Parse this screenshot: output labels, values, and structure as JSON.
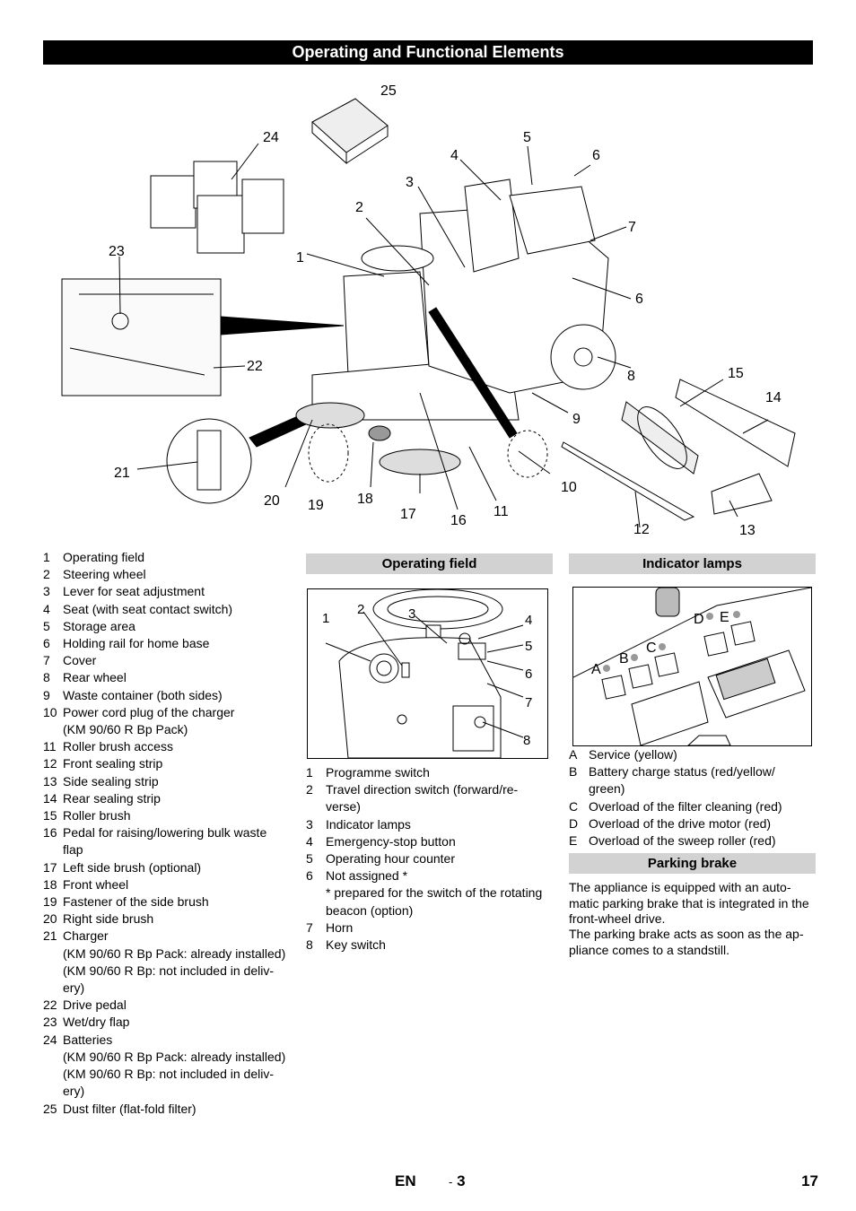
{
  "page": {
    "title": "Operating and Functional Elements",
    "footer": {
      "lang": "EN",
      "dash": "-",
      "section_page": "3",
      "page_number": "17"
    }
  },
  "main_figure": {
    "callouts": [
      "1",
      "2",
      "3",
      "4",
      "5",
      "6",
      "7",
      "6",
      "8",
      "9",
      "10",
      "11",
      "12",
      "13",
      "14",
      "15",
      "16",
      "17",
      "18",
      "19",
      "20",
      "21",
      "22",
      "23",
      "24",
      "25"
    ]
  },
  "parts_list": [
    {
      "num": "1",
      "text": "Operating field"
    },
    {
      "num": "2",
      "text": "Steering wheel"
    },
    {
      "num": "3",
      "text": "Lever for seat adjustment"
    },
    {
      "num": "4",
      "text": "Seat (with seat contact switch)"
    },
    {
      "num": "5",
      "text": "Storage area"
    },
    {
      "num": "6",
      "text": "Holding rail for home base"
    },
    {
      "num": "7",
      "text": "Cover"
    },
    {
      "num": "8",
      "text": "Rear wheel"
    },
    {
      "num": "9",
      "text": "Waste container (both sides)"
    },
    {
      "num": "10",
      "text": "Power cord plug of the charger"
    },
    {
      "num": "",
      "text": "(KM 90/60 R Bp Pack)"
    },
    {
      "num": "11",
      "text": "Roller brush access"
    },
    {
      "num": "12",
      "text": "Front sealing strip"
    },
    {
      "num": "13",
      "text": "Side sealing strip"
    },
    {
      "num": "14",
      "text": "Rear sealing strip"
    },
    {
      "num": "15",
      "text": "Roller brush"
    },
    {
      "num": "16",
      "text": "Pedal for raising/lowering bulk waste"
    },
    {
      "num": "",
      "text": "flap"
    },
    {
      "num": "17",
      "text": "Left side brush (optional)"
    },
    {
      "num": "18",
      "text": "Front wheel"
    },
    {
      "num": "19",
      "text": "Fastener of the side brush"
    },
    {
      "num": "20",
      "text": "Right side brush"
    },
    {
      "num": "21",
      "text": "Charger"
    },
    {
      "num": "",
      "text": "(KM 90/60 R Bp Pack: already installed)"
    },
    {
      "num": "",
      "text": "(KM 90/60 R Bp: not included in deliv-"
    },
    {
      "num": "",
      "text": "ery)"
    },
    {
      "num": "22",
      "text": "Drive pedal"
    },
    {
      "num": "23",
      "text": "Wet/dry flap"
    },
    {
      "num": "24",
      "text": "Batteries"
    },
    {
      "num": "",
      "text": "(KM 90/60 R Bp Pack: already installed)"
    },
    {
      "num": "",
      "text": "(KM 90/60 R Bp: not included in deliv-"
    },
    {
      "num": "",
      "text": "ery)"
    },
    {
      "num": "25",
      "text": "Dust filter (flat-fold filter)"
    }
  ],
  "operating_field": {
    "heading": "Operating field",
    "callouts": [
      "1",
      "2",
      "3",
      "4",
      "5",
      "6",
      "7",
      "8"
    ],
    "items": [
      {
        "num": "1",
        "text": "Programme switch"
      },
      {
        "num": "2",
        "text": "Travel direction switch (forward/re-"
      },
      {
        "num": "",
        "text": "verse)"
      },
      {
        "num": "3",
        "text": "Indicator lamps"
      },
      {
        "num": "4",
        "text": "Emergency-stop button"
      },
      {
        "num": "5",
        "text": "Operating hour counter"
      },
      {
        "num": "6",
        "text": "Not assigned *"
      },
      {
        "num": "",
        "text": "* prepared for the switch of the rotating"
      },
      {
        "num": "",
        "text": "beacon (option)"
      },
      {
        "num": "7",
        "text": "Horn"
      },
      {
        "num": "8",
        "text": "Key switch"
      }
    ]
  },
  "indicator_lamps": {
    "heading": "Indicator lamps",
    "callouts": [
      "A",
      "B",
      "C",
      "D",
      "E"
    ],
    "items": [
      {
        "num": "A",
        "text": "Service (yellow)"
      },
      {
        "num": "B",
        "text": "Battery charge status (red/yellow/"
      },
      {
        "num": "",
        "text": "green)"
      },
      {
        "num": "C",
        "text": "Overload of the filter cleaning (red)"
      },
      {
        "num": "D",
        "text": "Overload of the drive motor (red)"
      },
      {
        "num": "E",
        "text": "Overload of the sweep roller (red)"
      }
    ]
  },
  "parking_brake": {
    "heading": "Parking brake",
    "paragraph1": "The appliance is equipped with an auto-matic parking brake that is integrated in the front-wheel drive.",
    "paragraph2": "The parking brake acts as soon as the ap-pliance comes to a standstill."
  }
}
